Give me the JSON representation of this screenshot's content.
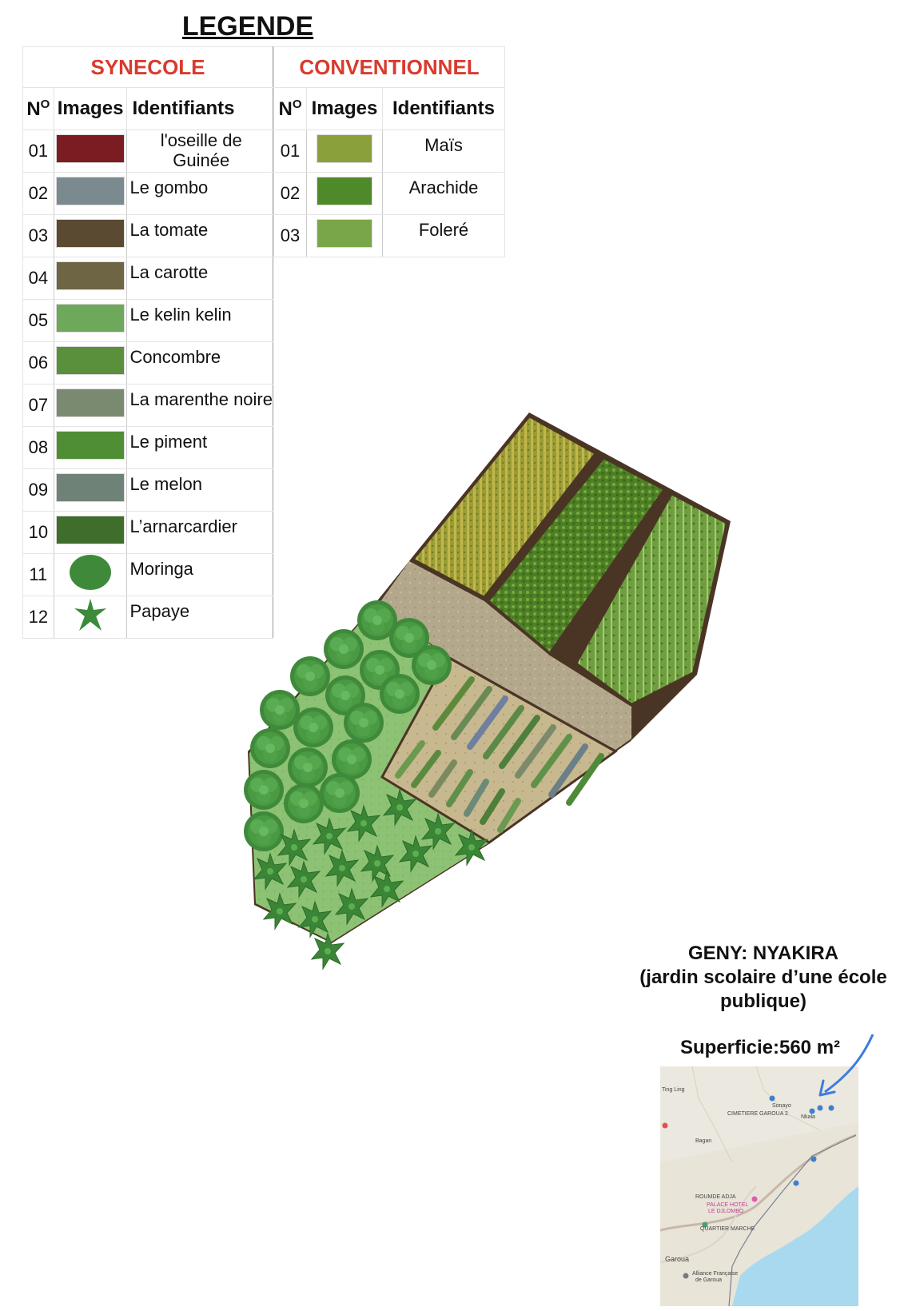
{
  "legend": {
    "title": "LEGENDE",
    "synecole": {
      "heading": "SYNECOLE",
      "col_num": "N",
      "col_num_sup": "O",
      "col_images": "Images",
      "col_ident": "Identifiants",
      "rows": [
        {
          "num": "01",
          "name": "l'oseille de Guinée",
          "swatch": "#7a1c22"
        },
        {
          "num": "02",
          "name": "Le gombo",
          "swatch": "#7b8a8e"
        },
        {
          "num": "03",
          "name": "La tomate",
          "swatch": "#5a4a32"
        },
        {
          "num": "04",
          "name": "La carotte",
          "swatch": "#6d6544"
        },
        {
          "num": "05",
          "name": "Le kelin kelin",
          "swatch": "#6ea85a"
        },
        {
          "num": "06",
          "name": "Concombre",
          "swatch": "#5a8f3b"
        },
        {
          "num": "07",
          "name": "La marenthe noire",
          "swatch": "#7a8a70"
        },
        {
          "num": "08",
          "name": "Le piment",
          "swatch": "#4f8e34"
        },
        {
          "num": "09",
          "name": "Le melon",
          "swatch": "#6f8277"
        },
        {
          "num": "10",
          "name": "L’arnarcardier",
          "swatch": "#3f6e2c"
        },
        {
          "num": "11",
          "name": "Moringa",
          "swatch": "#3f8a3a"
        },
        {
          "num": "12",
          "name": "Papaye",
          "swatch": "#3c8a3a"
        }
      ]
    },
    "conventionnel": {
      "heading": "CONVENTIONNEL",
      "col_num": "N",
      "col_num_sup": "O",
      "col_images": "Images",
      "col_ident": "Identifiants",
      "rows": [
        {
          "num": "01",
          "name": "Maïs",
          "swatch": "#8aa03a"
        },
        {
          "num": "02",
          "name": "Arachide",
          "swatch": "#4f8a2a"
        },
        {
          "num": "03",
          "name": "Foleré",
          "swatch": "#7aa64a"
        }
      ]
    }
  },
  "site": {
    "name": "GENY: NYAKIRA",
    "description_line1": "(jardin scolaire d’une école",
    "description_line2": "publique)",
    "area": "Superficie:560 m²"
  },
  "map": {
    "labels": {
      "ting_ling": "Ting Ling",
      "sonayo": "Sonayo",
      "cimetiere": "CIMETIERE GAROUA 2",
      "nkala": "Nkala",
      "bagan": "Bagan",
      "roumde_adja": "ROUMDE ADJA",
      "palace_hotel": "PALACE HOTEL",
      "le_djlombo": "LE DJLOMBO",
      "quartier_marche": "QUARTIER MARCHE",
      "garoua": "Garoua",
      "alliance": "Alliance Française",
      "de_garoua": "de Garoua"
    }
  },
  "colors": {
    "heading_red": "#d93a2e",
    "plot_border": "#4a3525",
    "path": "#b4a88e",
    "lawn": "#8cc072",
    "maize": "#a8a83a",
    "peanut": "#5f8f2e",
    "folere": "#7aa64a",
    "arrow": "#3d7be0",
    "water": "#a9d9ee"
  }
}
